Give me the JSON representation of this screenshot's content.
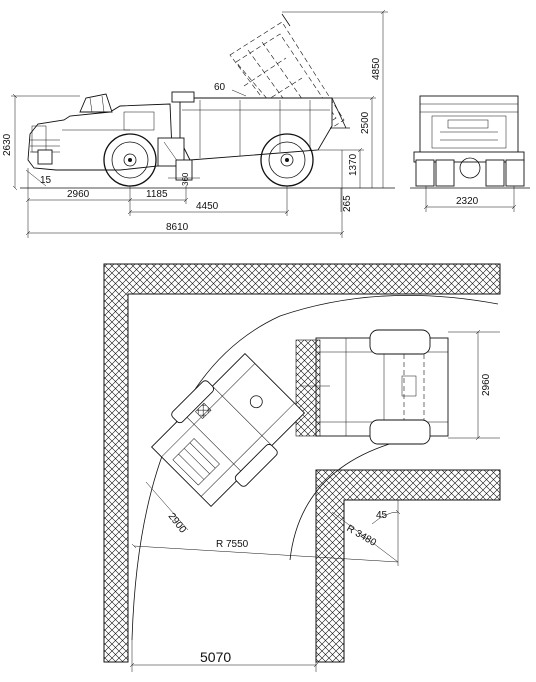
{
  "side_view": {
    "dim_height": "2630",
    "dim_angle_front": "15",
    "dim_front_overhang": "2960",
    "dim_hinge": "1185",
    "dim_wheelbase": "4450",
    "dim_overall_length": "8610",
    "dim_clearance": "265",
    "dim_axle": "360",
    "dim_dump_angle": "60",
    "dim_tipped_height": "4850",
    "dim_body_height": "2500",
    "dim_lower_height": "1370"
  },
  "rear_view": {
    "dim_width": "2320"
  },
  "turn_view": {
    "dim_tunnel_width": "2960",
    "dim_cab_width": "2900",
    "dim_outer_radius": "R 7550",
    "dim_inner_radius": "R 3480",
    "dim_angle": "45",
    "dim_tunnel_span": "5070"
  }
}
